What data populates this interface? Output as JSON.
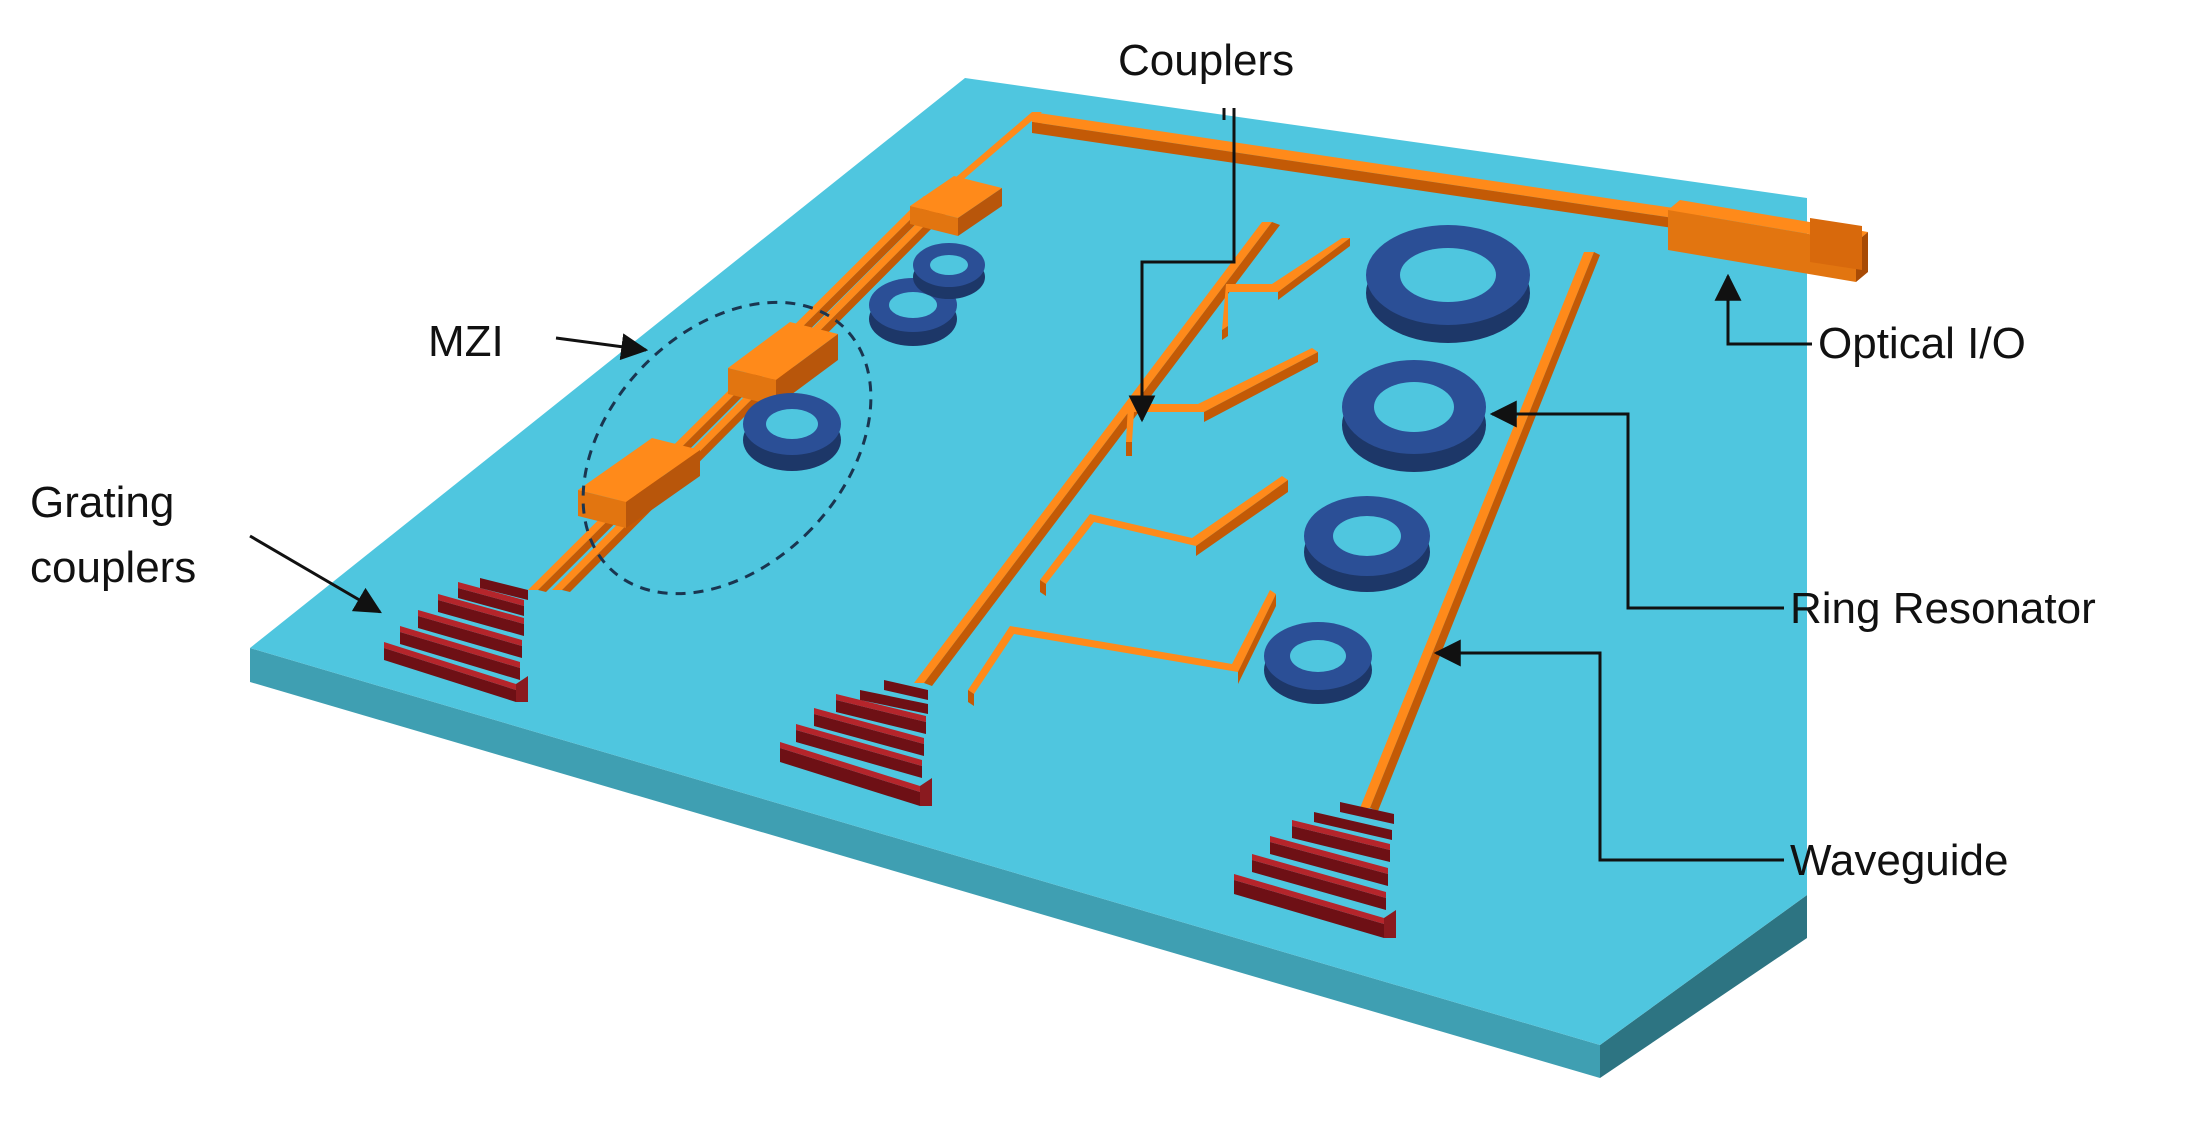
{
  "labels": {
    "couplers": "Couplers",
    "mzi": "MZI",
    "grating_line1": "Grating",
    "grating_line2": "couplers",
    "optical_io": "Optical I/O",
    "ring_resonator": "Ring Resonator",
    "waveguide": "Waveguide"
  },
  "colors": {
    "substrate_top": "#4fc6df",
    "substrate_left": "#3f9fb2",
    "substrate_front": "#2d7482",
    "waveguide_top": "#ff8a1a",
    "waveguide_side": "#c35a06",
    "ring_top": "#2b4f96",
    "ring_side": "#1d3768",
    "grating_top": "#b5252b",
    "grating_side": "#6e1015",
    "arrow": "#111111"
  }
}
